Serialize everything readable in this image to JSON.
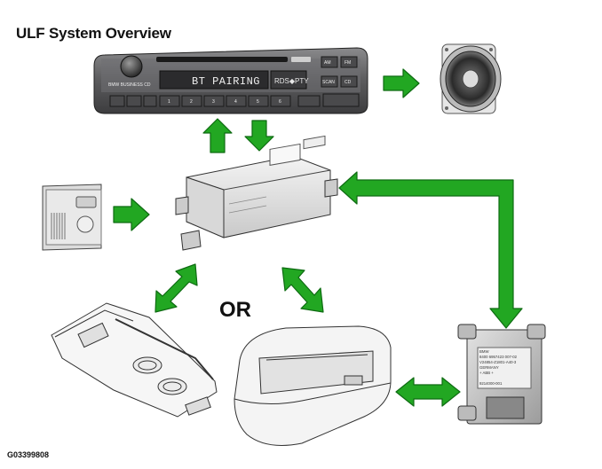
{
  "title": "ULF System Overview",
  "or_label": "OR",
  "figure_id": "G03399808",
  "radio": {
    "brand_label": "BMW  BUSINESS CD",
    "display_text": "BT PAIRING",
    "rds_label": "RDS◆PTY",
    "preset_buttons": [
      "1",
      "2",
      "3",
      "4",
      "5",
      "6"
    ],
    "right_buttons": [
      "AM",
      "FM",
      "SCAN",
      "CD"
    ]
  },
  "antenna_label": {
    "lines": [
      "BMW",
      "8400 6957423 007-02",
      "V24854-Z1801-A40-3",
      "GERMANY",
      "+ ABB +",
      "",
      "9214000-001"
    ]
  },
  "colors": {
    "arrow_fill": "#22a722",
    "arrow_stroke": "#0e6b12",
    "radio_body": "#5e5e60",
    "radio_face": "#3a3a3c",
    "display_bg": "#2b2b2d"
  },
  "icons": [
    "speaker-icon",
    "ulf-module-icon",
    "overhead-console-icon",
    "center-console-icon",
    "armrest-icon",
    "antenna-module-icon"
  ]
}
